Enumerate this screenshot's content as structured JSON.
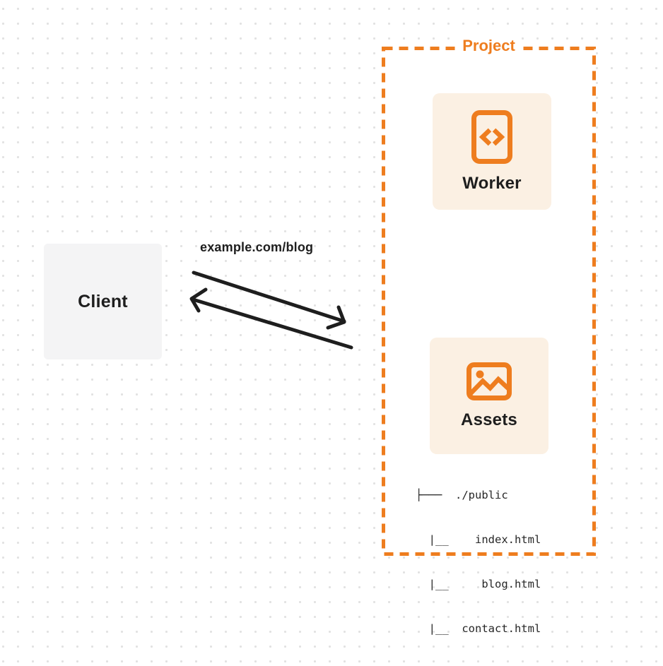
{
  "diagram": {
    "client": {
      "label": "Client"
    },
    "request": {
      "url": "example.com/blog"
    },
    "project": {
      "label": "Project",
      "cards": {
        "worker": {
          "label": "Worker",
          "icon": "code-file-icon"
        },
        "assets": {
          "label": "Assets",
          "icon": "image-icon"
        }
      },
      "file_tree": {
        "lines": [
          "├───  ./public",
          "  |__    index.html",
          "  |__     blog.html",
          "  |__  contact.html"
        ]
      }
    },
    "colors": {
      "accent_orange": "#ee7d1f",
      "card_background": "#fbf0e3",
      "client_background": "#f4f4f5",
      "text_dark": "#1e1e1e",
      "dot_grid": "#e2e2e2"
    }
  }
}
